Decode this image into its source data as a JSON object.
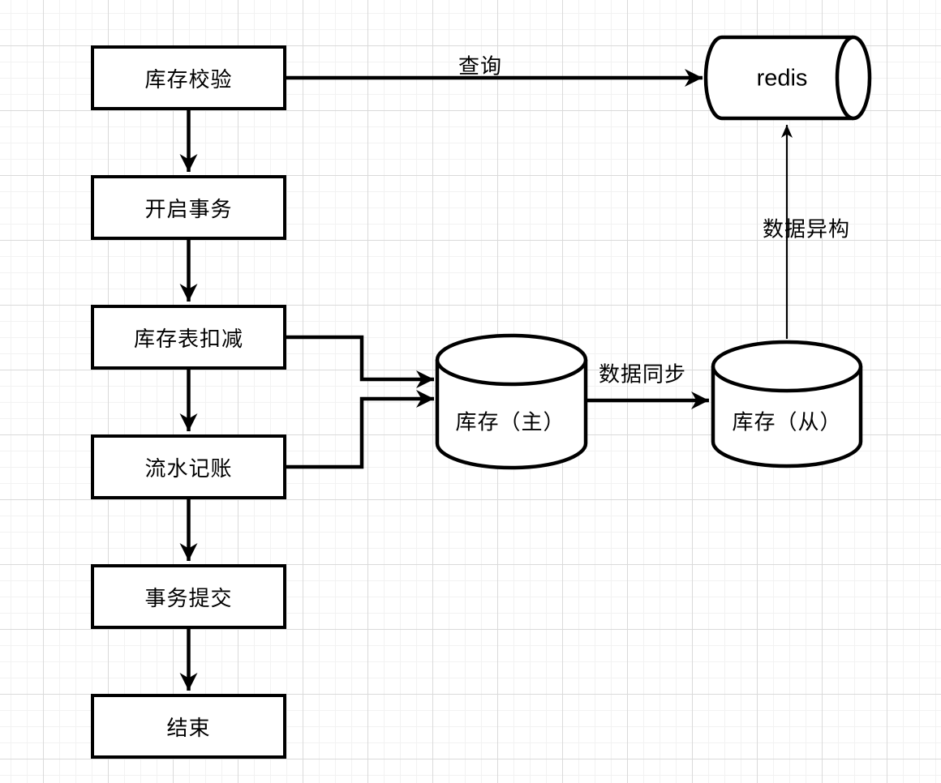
{
  "diagram": {
    "flow_nodes": [
      {
        "id": "inventory-check",
        "label": "库存校验"
      },
      {
        "id": "open-transaction",
        "label": "开启事务"
      },
      {
        "id": "inventory-table-deduction",
        "label": "库存表扣减"
      },
      {
        "id": "ledger-bookkeeping",
        "label": "流水记账"
      },
      {
        "id": "transaction-commit",
        "label": "事务提交"
      },
      {
        "id": "end",
        "label": "结束"
      }
    ],
    "datastores": [
      {
        "id": "redis",
        "label": "redis",
        "shape": "horizontal-cylinder"
      },
      {
        "id": "inventory-master",
        "label": "库存（主）",
        "shape": "cylinder"
      },
      {
        "id": "inventory-slave",
        "label": "库存（从）",
        "shape": "cylinder"
      }
    ],
    "edge_labels": [
      {
        "id": "query",
        "label": "查询"
      },
      {
        "id": "data-sync",
        "label": "数据同步"
      },
      {
        "id": "data-heterogeneity",
        "label": "数据异构"
      }
    ],
    "colors": {
      "stroke": "#000000",
      "node_fill": "#ffffff",
      "background": "#ffffff",
      "grid_minor": "#f2f2f2",
      "grid_major": "#dadada"
    }
  }
}
